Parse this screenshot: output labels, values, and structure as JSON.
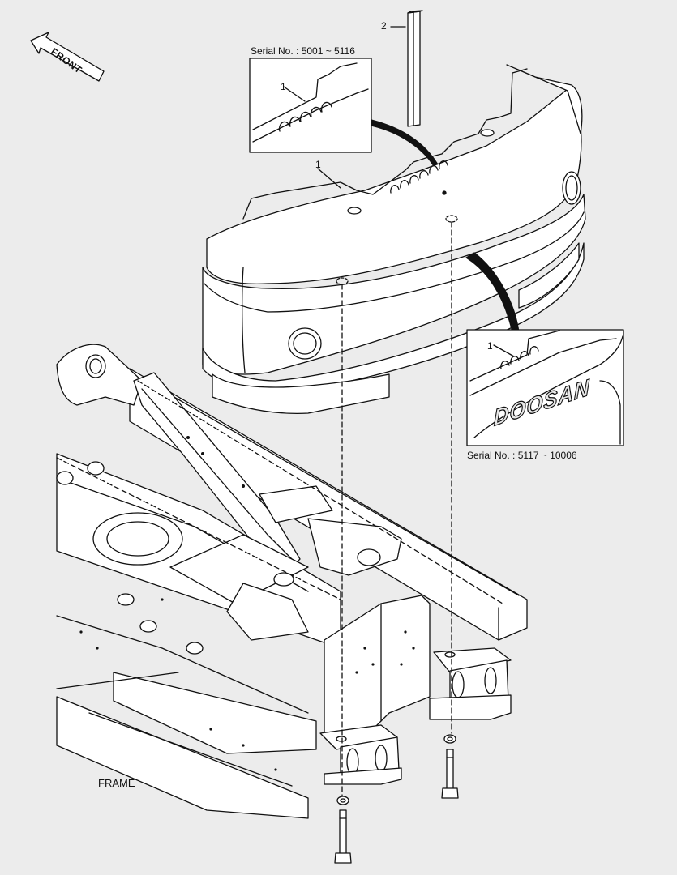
{
  "front_label": "FRONT",
  "callout_top_box": "Serial No. : 5001 ~ 5116",
  "callout_bottom_box": "Serial No. : 5117 ~ 10006",
  "part_numbers": {
    "counterweight": "1",
    "strip": "2"
  },
  "brand_text": "DOOSAN",
  "frame_label": "FRAME",
  "colors": {
    "background": "#ececec",
    "line": "#111111",
    "fill": "#ffffff"
  }
}
